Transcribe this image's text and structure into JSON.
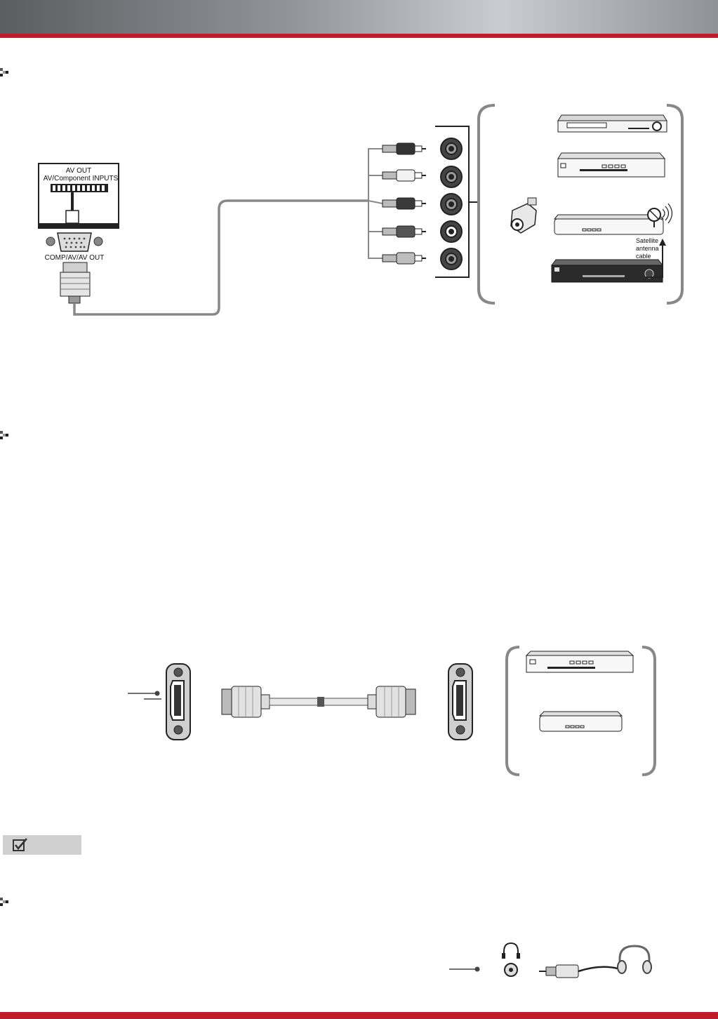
{
  "header": {
    "accent_color": "#c01c2c"
  },
  "section1": {
    "tv_panel_label_line1": "AV OUT",
    "tv_panel_label_line2": "AV/Component INPUTS",
    "port_label": "COMP/AV/AV OUT",
    "satellite_label_line1": "Satellite",
    "satellite_label_line2": "antenna",
    "satellite_label_line3": "cable",
    "rca_plug_colors": [
      "#333333",
      "#f2f2f2",
      "#3a3a3a",
      "#555555",
      "#bdbdbd"
    ]
  },
  "section2": {
    "devices": [
      "dvd-player-icon",
      "set-top-box-icon"
    ]
  },
  "note": {
    "icon": "checkbox-icon"
  },
  "section3": {
    "icons": [
      "headphone-jack-icon",
      "headphones-icon"
    ]
  },
  "colors": {
    "cable": "#8a8a8a",
    "accent": "#c01c2c",
    "header_gray": "#909499"
  }
}
